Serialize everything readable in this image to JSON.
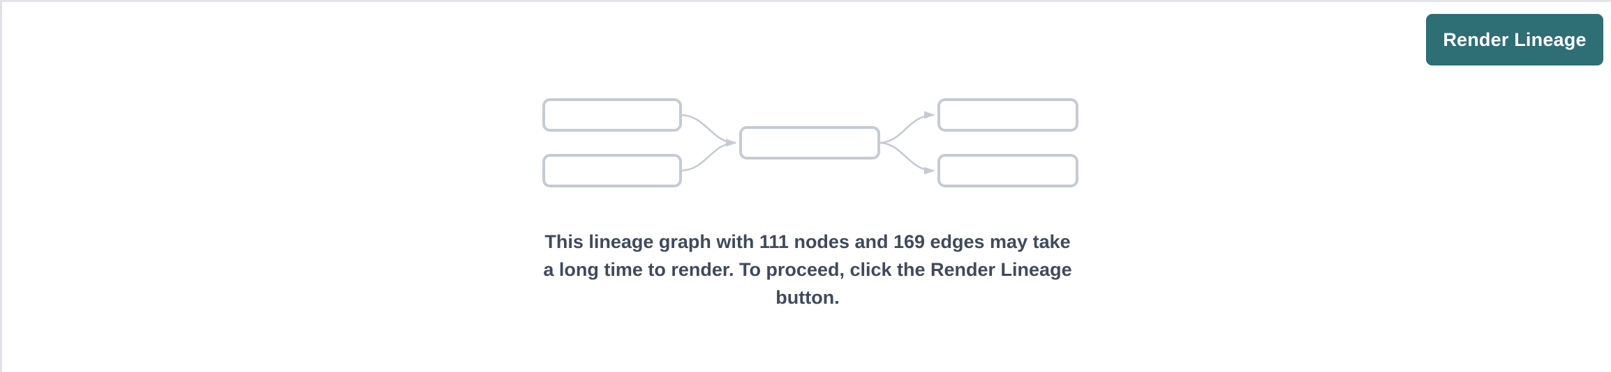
{
  "page": {
    "background_color": "#ffffff",
    "border_color": "#e3e5e9"
  },
  "toolbar": {
    "render_lineage_label": "Render Lineage",
    "button_color": "#2e6e75",
    "button_text_color": "#ffffff"
  },
  "placeholder_graph": {
    "node_border_color": "#c5cbd4",
    "edge_color": "#c5cbd4",
    "node_count_shown": 5,
    "nodes": [
      {
        "id": "left-top",
        "label": ""
      },
      {
        "id": "left-bottom",
        "label": ""
      },
      {
        "id": "center",
        "label": ""
      },
      {
        "id": "right-top",
        "label": ""
      },
      {
        "id": "right-bottom",
        "label": ""
      }
    ],
    "edges": [
      {
        "from": "left-top",
        "to": "center"
      },
      {
        "from": "left-bottom",
        "to": "center"
      },
      {
        "from": "center",
        "to": "right-top"
      },
      {
        "from": "center",
        "to": "right-bottom"
      }
    ]
  },
  "message": {
    "text": "This lineage graph with 111 nodes and 169 edges may take a long time to render. To proceed, click the Render Lineage button.",
    "node_count": 111,
    "edge_count": 169,
    "text_color": "#3f4a5c"
  }
}
